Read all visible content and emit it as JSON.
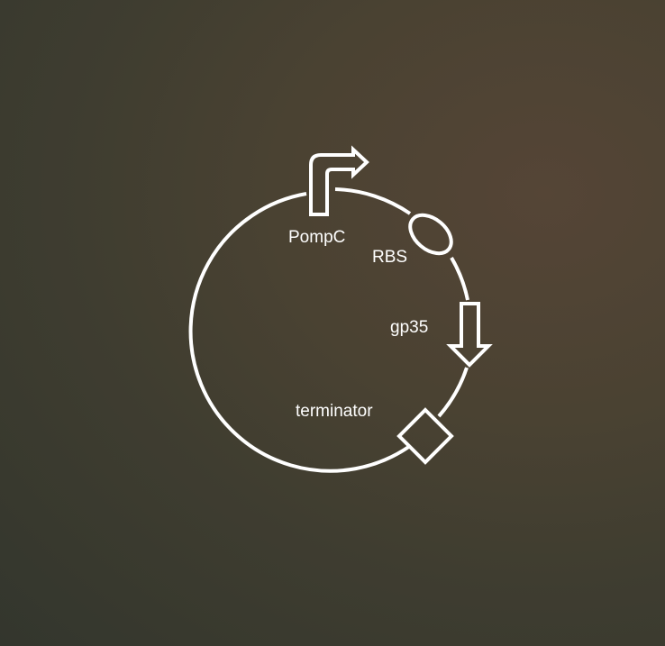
{
  "diagram": {
    "parts": [
      {
        "id": "promoter",
        "label": "PompC",
        "icon": "promoter-arrow-icon"
      },
      {
        "id": "rbs",
        "label": "RBS",
        "icon": "rbs-oval-icon"
      },
      {
        "id": "cds",
        "label": "gp35",
        "icon": "cds-arrow-icon"
      },
      {
        "id": "terminator",
        "label": "terminator",
        "icon": "terminator-diamond-icon"
      }
    ]
  },
  "colors": {
    "stroke": "#ffffff",
    "background_dark": "#33362d",
    "background_warm": "#554536"
  }
}
